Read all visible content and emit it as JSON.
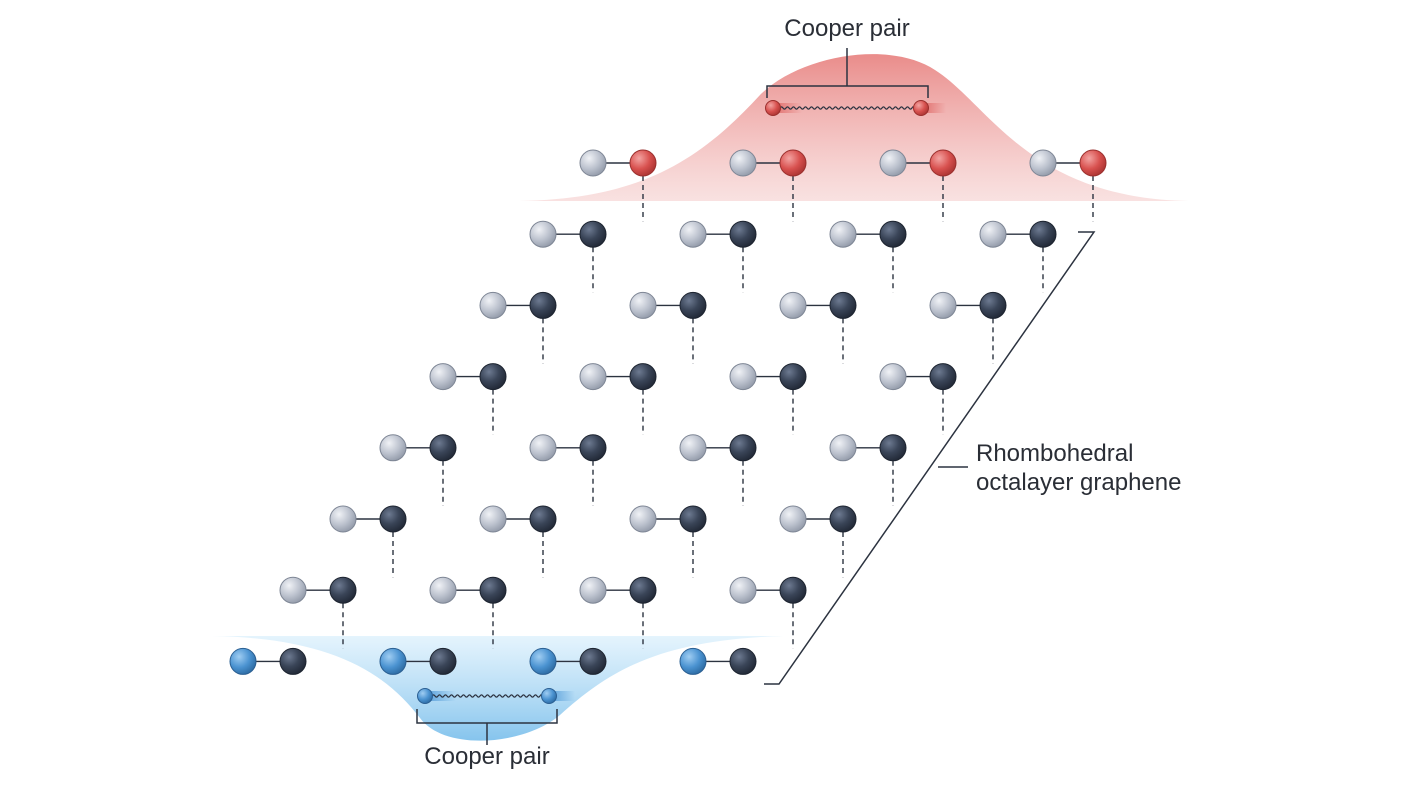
{
  "labels": {
    "top_pair": "Cooper pair",
    "bottom_pair": "Cooper pair",
    "material_line1": "Rhombohedral",
    "material_line2": "octalayer graphene"
  },
  "lattice": {
    "layers": 8,
    "dimers_per_layer": 4,
    "top_layer_right_atom": "red",
    "bottom_layer_left_atom": "blue"
  },
  "colors": {
    "light_atom": "#b9bfcb",
    "dark_atom": "#3a4558",
    "red_atom": "#d8514f",
    "blue_atom": "#4b93d1",
    "top_glow": "#e77f7d",
    "bottom_glow": "#7fc1ec",
    "bond": "#2c3340",
    "text": "#2a2e36"
  },
  "icons": {
    "pair_link": "wavy-line",
    "bracket": "square-bracket"
  }
}
